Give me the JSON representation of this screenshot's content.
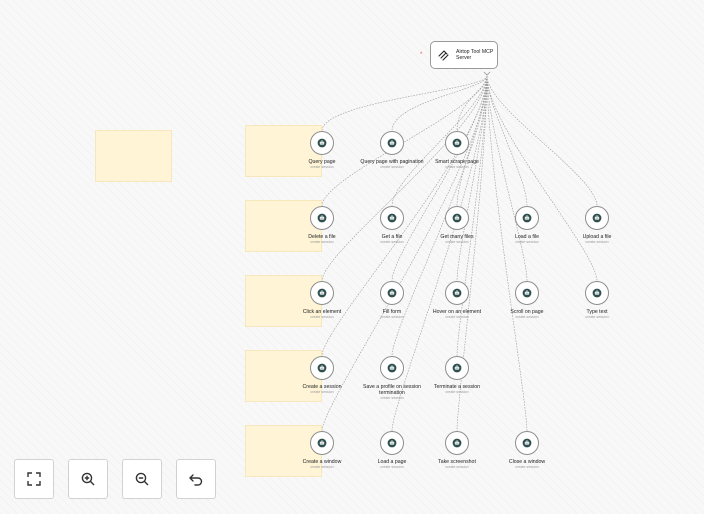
{
  "root": {
    "label": "Airtop Tool MCP Server",
    "icon": "mcp-server-icon",
    "star": "*"
  },
  "tool_sublabel": "create session",
  "tools": [
    {
      "id": "query-page",
      "label": "Query page",
      "col": 0,
      "row": 0
    },
    {
      "id": "query-page-pagination",
      "label": "Query page with pagination",
      "col": 1,
      "row": 0
    },
    {
      "id": "smart-scrape-page",
      "label": "Smart scrape page",
      "col": 2,
      "row": 0
    },
    {
      "id": "delete-file",
      "label": "Delete a file",
      "col": 0,
      "row": 1
    },
    {
      "id": "get-file",
      "label": "Get a file",
      "col": 1,
      "row": 1
    },
    {
      "id": "get-many-files",
      "label": "Get many files",
      "col": 2,
      "row": 1
    },
    {
      "id": "load-file",
      "label": "Load a file",
      "col": 3,
      "row": 1
    },
    {
      "id": "upload-file",
      "label": "Upload a file",
      "col": 4,
      "row": 1
    },
    {
      "id": "click-element",
      "label": "Click an element",
      "col": 0,
      "row": 2
    },
    {
      "id": "fill-form",
      "label": "Fill form",
      "col": 1,
      "row": 2
    },
    {
      "id": "hover-element",
      "label": "Hover on an element",
      "col": 2,
      "row": 2
    },
    {
      "id": "scroll-page",
      "label": "Scroll on page",
      "col": 3,
      "row": 2
    },
    {
      "id": "type-text",
      "label": "Type text",
      "col": 4,
      "row": 2
    },
    {
      "id": "create-session",
      "label": "Create a session",
      "col": 0,
      "row": 3
    },
    {
      "id": "save-profile",
      "label": "Save a profile on session termination",
      "col": 1,
      "row": 3
    },
    {
      "id": "terminate-session",
      "label": "Terminate a session",
      "col": 2,
      "row": 3
    },
    {
      "id": "create-window",
      "label": "Create a window",
      "col": 0,
      "row": 4
    },
    {
      "id": "load-page",
      "label": "Load a page",
      "col": 1,
      "row": 4
    },
    {
      "id": "take-screenshot",
      "label": "Take screenshot",
      "col": 2,
      "row": 4
    },
    {
      "id": "close-window",
      "label": "Close a window",
      "col": 3,
      "row": 4
    }
  ],
  "tool_icon": "robot-icon",
  "controls": [
    {
      "id": "fit-view",
      "icon": "fit-view-icon"
    },
    {
      "id": "zoom-in",
      "icon": "zoom-in-icon"
    },
    {
      "id": "zoom-out",
      "icon": "zoom-out-icon"
    },
    {
      "id": "reset",
      "icon": "undo-icon"
    }
  ],
  "colors": {
    "sticky": "#fff4d6",
    "edge": "#9a9a9a",
    "node_border": "#8d8d8d",
    "icon": "#2f4f4f"
  }
}
